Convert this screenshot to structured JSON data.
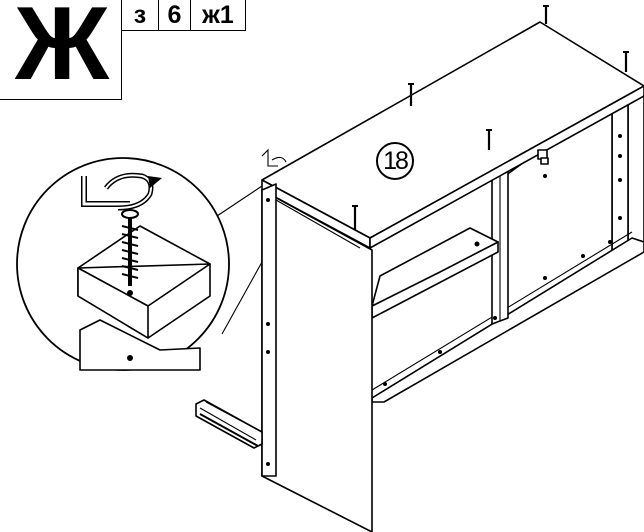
{
  "header": {
    "part_letter": "Ж",
    "cells": [
      "з",
      "6",
      "ж1"
    ]
  },
  "step": {
    "number": "18"
  },
  "icons": {
    "detail": "screw-detail-magnifier-icon",
    "tool": "hex-key-icon",
    "rotate": "clockwise-rotation-arrow-icon",
    "screws": "screw-icon",
    "rail": "drawer-runner-rail-icon"
  },
  "colors": {
    "ink": "#000000",
    "paper": "#ffffff"
  }
}
